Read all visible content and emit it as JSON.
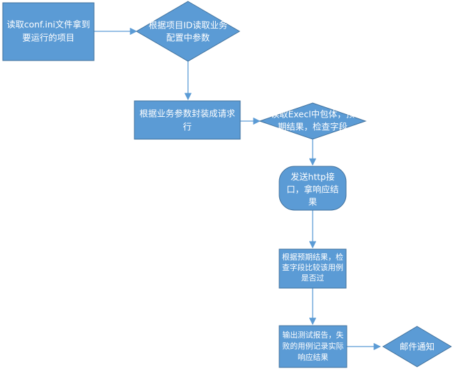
{
  "diagram": {
    "colors": {
      "node_fill": "#5b9bd5",
      "node_stroke": "#41719c",
      "connector": "#5b9bd5",
      "text": "#ffffff",
      "background": "#ffffff"
    },
    "nodes": [
      {
        "id": "read_conf",
        "shape": "rectangle",
        "lines": [
          "读取conf.ini文件拿到",
          "要运行的项目"
        ]
      },
      {
        "id": "read_config",
        "shape": "diamond",
        "lines": [
          "根据项目ID读取业务",
          "配置中参数"
        ]
      },
      {
        "id": "build_request",
        "shape": "rectangle",
        "lines": [
          "根据业务参数封装成请求",
          "行"
        ]
      },
      {
        "id": "read_excel",
        "shape": "diamond",
        "lines": [
          "读取Execl中包体，预",
          "期结果，检查字段"
        ]
      },
      {
        "id": "send_http",
        "shape": "rounded-rectangle",
        "lines": [
          "发送http接",
          "口，拿响应结",
          "果"
        ]
      },
      {
        "id": "check_result",
        "shape": "rectangle",
        "lines": [
          "根据预期结果，检",
          "查字段比较该用例",
          "是否过"
        ]
      },
      {
        "id": "output_report",
        "shape": "rectangle",
        "lines": [
          "输出测试报告，失",
          "败的用例记录实际",
          "响应结果"
        ]
      },
      {
        "id": "send_mail",
        "shape": "diamond",
        "lines": [
          "邮件通知"
        ]
      }
    ],
    "edges": [
      {
        "from": "read_conf",
        "to": "read_config"
      },
      {
        "from": "read_config",
        "to": "build_request"
      },
      {
        "from": "build_request",
        "to": "read_excel"
      },
      {
        "from": "read_excel",
        "to": "send_http"
      },
      {
        "from": "send_http",
        "to": "check_result"
      },
      {
        "from": "check_result",
        "to": "output_report"
      },
      {
        "from": "output_report",
        "to": "send_mail"
      }
    ]
  }
}
